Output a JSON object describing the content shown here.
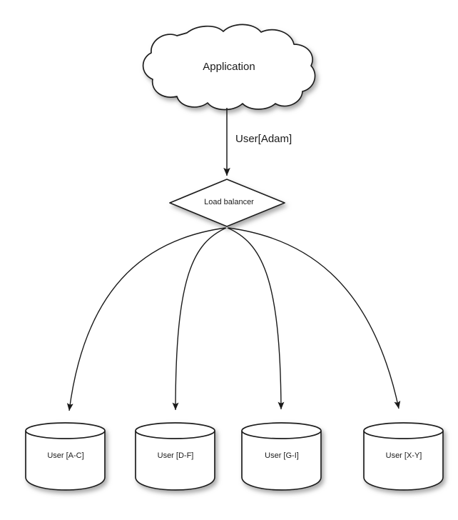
{
  "diagram": {
    "title_node": {
      "id": "application-cloud",
      "label": "Application",
      "shape": "cloud"
    },
    "balancer_node": {
      "id": "load-balancer",
      "label": "Load balancer",
      "shape": "diamond"
    },
    "edge_label": "User[Adam]",
    "databases": [
      {
        "id": "db-a-c",
        "label": "User [A-C]",
        "shape": "cylinder"
      },
      {
        "id": "db-d-f",
        "label": "User [D-F]",
        "shape": "cylinder"
      },
      {
        "id": "db-g-i",
        "label": "User [G-I]",
        "shape": "cylinder"
      },
      {
        "id": "db-x-y",
        "label": "User [X-Y]",
        "shape": "cylinder"
      }
    ],
    "colors": {
      "background": "#ffffff",
      "stroke": "#1a1a1a",
      "fill": "#ffffff",
      "text": "#1a1a1a",
      "shadow": "#b8b8b8"
    }
  }
}
